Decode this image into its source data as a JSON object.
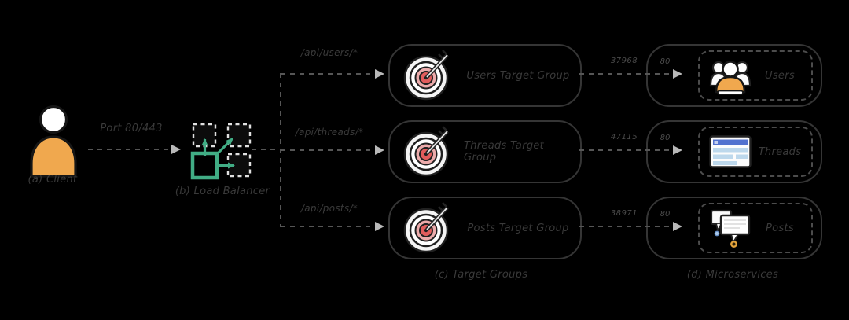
{
  "colors": {
    "background": "#000000",
    "box_border": "#353535",
    "inner_dash_border": "#4c4c4c",
    "dash": "#565656",
    "arrowhead": "#b8b8b8",
    "text": "#3a3a3a",
    "port_text": "#4a4a4a",
    "green": "#41ad85",
    "orange": "#f0a84e",
    "red": "#e25c5c",
    "pink": "#ecabab",
    "blue": "#5272cf"
  },
  "client": {
    "label": "(a) Client",
    "port_label": "Port 80/443"
  },
  "load_balancer": {
    "label": "(b) Load Balancer"
  },
  "routes": [
    {
      "path": "/api/users/*",
      "target_group": "Users Target Group",
      "ephemeral_port": "37968",
      "service_port": "80",
      "service": "Users"
    },
    {
      "path": "/api/threads/*",
      "target_group": "Threads Target Group",
      "ephemeral_port": "47115",
      "service_port": "80",
      "service": "Threads"
    },
    {
      "path": "/api/posts/*",
      "target_group": "Posts Target Group",
      "ephemeral_port": "38971",
      "service_port": "80",
      "service": "Posts"
    }
  ],
  "captions": {
    "target_groups": "(c) Target Groups",
    "microservices": "(d) Microservices"
  }
}
